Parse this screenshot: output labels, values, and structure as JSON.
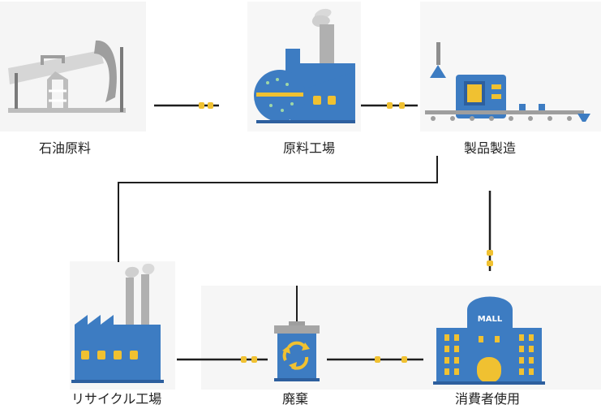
{
  "labels": {
    "oil": "石油原料",
    "material_factory": "原料工場",
    "manufacturing": "製品製造",
    "recycling_factory": "リサイクル工場",
    "waste": "廃棄",
    "consumer_use": "消費者使用"
  },
  "mall_sign": "MALL",
  "colors": {
    "blue": "#3D7CC2",
    "dark_blue": "#2D5F9E",
    "yellow": "#F0C131",
    "grey": "#BDBDBD",
    "dark_grey": "#8E8E8E",
    "line": "#1E1E1E"
  },
  "icons": [
    "oil-pumpjack-icon",
    "material-factory-icon",
    "production-line-icon",
    "recycling-factory-icon",
    "recycling-bin-icon",
    "shopping-mall-icon"
  ]
}
